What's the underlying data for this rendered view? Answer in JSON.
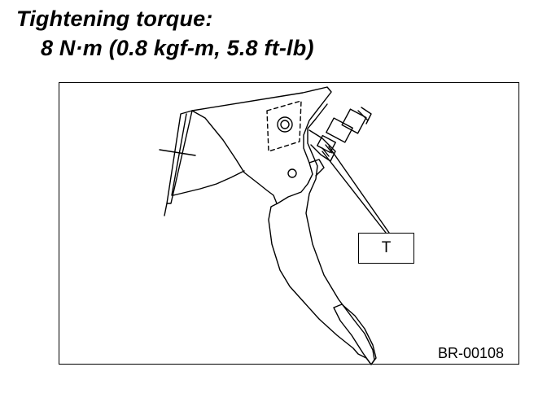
{
  "heading": {
    "title": "Tightening torque:",
    "torque_spec": "8 N·m (0.8 kgf-m, 5.8 ft-lb)"
  },
  "figure": {
    "callout_label": "T",
    "figure_code": "BR-00108"
  }
}
